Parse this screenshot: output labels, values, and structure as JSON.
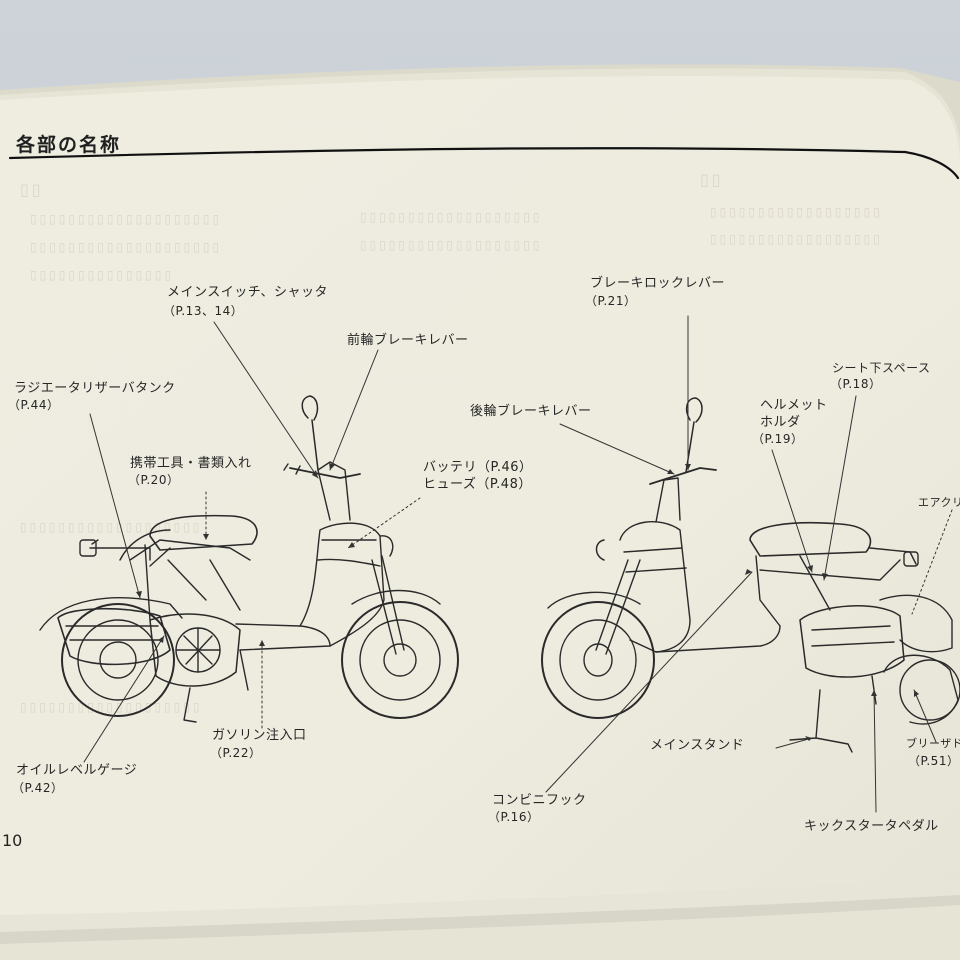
{
  "page": {
    "title": "各部の名称",
    "page_number": "10"
  },
  "labels": {
    "main_switch": "メインスイッチ、シャッタ",
    "main_switch_ref": "（P.13、14）",
    "front_brake_lever": "前輪ブレーキレバー",
    "radiator_reserve_tank": "ラジエータリザーバタンク",
    "radiator_reserve_tank_ref": "（P.44）",
    "tool_kit": "携帯工具・書類入れ",
    "tool_kit_ref": "（P.20）",
    "battery": "バッテリ（P.46）",
    "fuse": "ヒューズ（P.48）",
    "fuel_filler": "ガソリン注入口",
    "fuel_filler_ref": "（P.22）",
    "oil_level_gauge": "オイルレベルゲージ",
    "oil_level_gauge_ref": "（P.42）",
    "brake_lock_lever": "ブレーキロックレバー",
    "brake_lock_lever_ref": "（P.21）",
    "rear_brake_lever": "後輪ブレーキレバー",
    "under_seat_space": "シート下スペース",
    "under_seat_space_ref": "（P.18）",
    "helmet_holder_1": "ヘルメット",
    "helmet_holder_2": "ホルダ",
    "helmet_holder_ref": "（P.19）",
    "air_cleaner": "エアクリー",
    "main_stand": "メインスタンド",
    "breather": "ブリーザドレ",
    "breather_ref": "（P.51）",
    "convenience_hook": "コンビニフック",
    "convenience_hook_ref": "（P.16）",
    "kick_starter": "キックスタータペダル"
  }
}
